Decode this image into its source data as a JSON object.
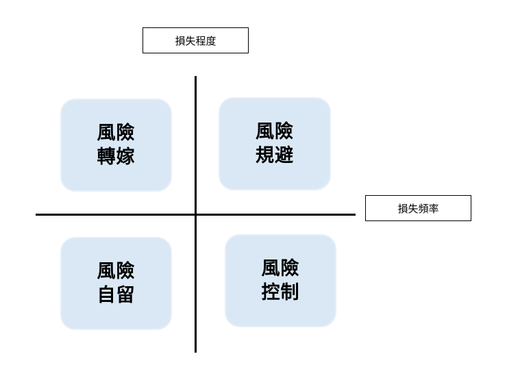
{
  "axes": {
    "y_label": "損失程度",
    "x_label": "損失頻率"
  },
  "quadrants": {
    "top_left": {
      "line1": "風險",
      "line2": "轉嫁"
    },
    "top_right": {
      "line1": "風險",
      "line2": "規避"
    },
    "bottom_left": {
      "line1": "風險",
      "line2": "自留"
    },
    "bottom_right": {
      "line1": "風險",
      "line2": "控制"
    }
  },
  "colors": {
    "quadrant_fill": "#dae8f5",
    "axis": "#000000"
  }
}
